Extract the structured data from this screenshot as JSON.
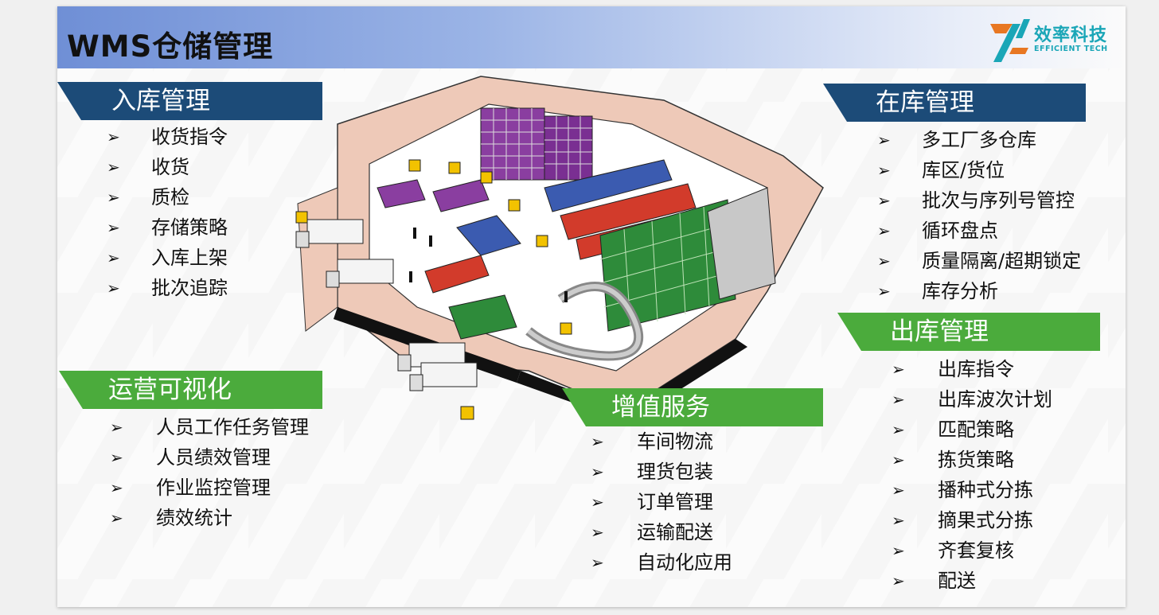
{
  "header": {
    "title": "WMS仓储管理"
  },
  "logo": {
    "cn": "效率科技",
    "en": "EFFICIENT TECH"
  },
  "sections": {
    "inbound": {
      "title": "入库管理",
      "items": [
        "收货指令",
        "收货",
        "质检",
        "存储策略",
        "入库上架",
        "批次追踪"
      ]
    },
    "operations": {
      "title": "运营可视化",
      "items": [
        "人员工作任务管理",
        "人员绩效管理",
        "作业监控管理",
        "绩效统计"
      ]
    },
    "value_added": {
      "title": "增值服务",
      "items": [
        "车间物流",
        "理货包装",
        "订单管理",
        "运输配送",
        "自动化应用"
      ]
    },
    "inventory": {
      "title": "在库管理",
      "items": [
        "多工厂多仓库",
        "库区/货位",
        "批次与序列号管控",
        "循环盘点",
        "质量隔离/超期锁定",
        "库存分析"
      ]
    },
    "outbound": {
      "title": "出库管理",
      "items": [
        "出库指令",
        "出库波次计划",
        "匹配策略",
        "拣货策略",
        "播种式分拣",
        "摘果式分拣",
        "齐套复核",
        "配送"
      ]
    }
  },
  "bullet_glyph": "➢",
  "colors": {
    "blue_banner": "#1c4b78",
    "green_banner": "#4bab3c",
    "logo": "#1aa6b7"
  }
}
